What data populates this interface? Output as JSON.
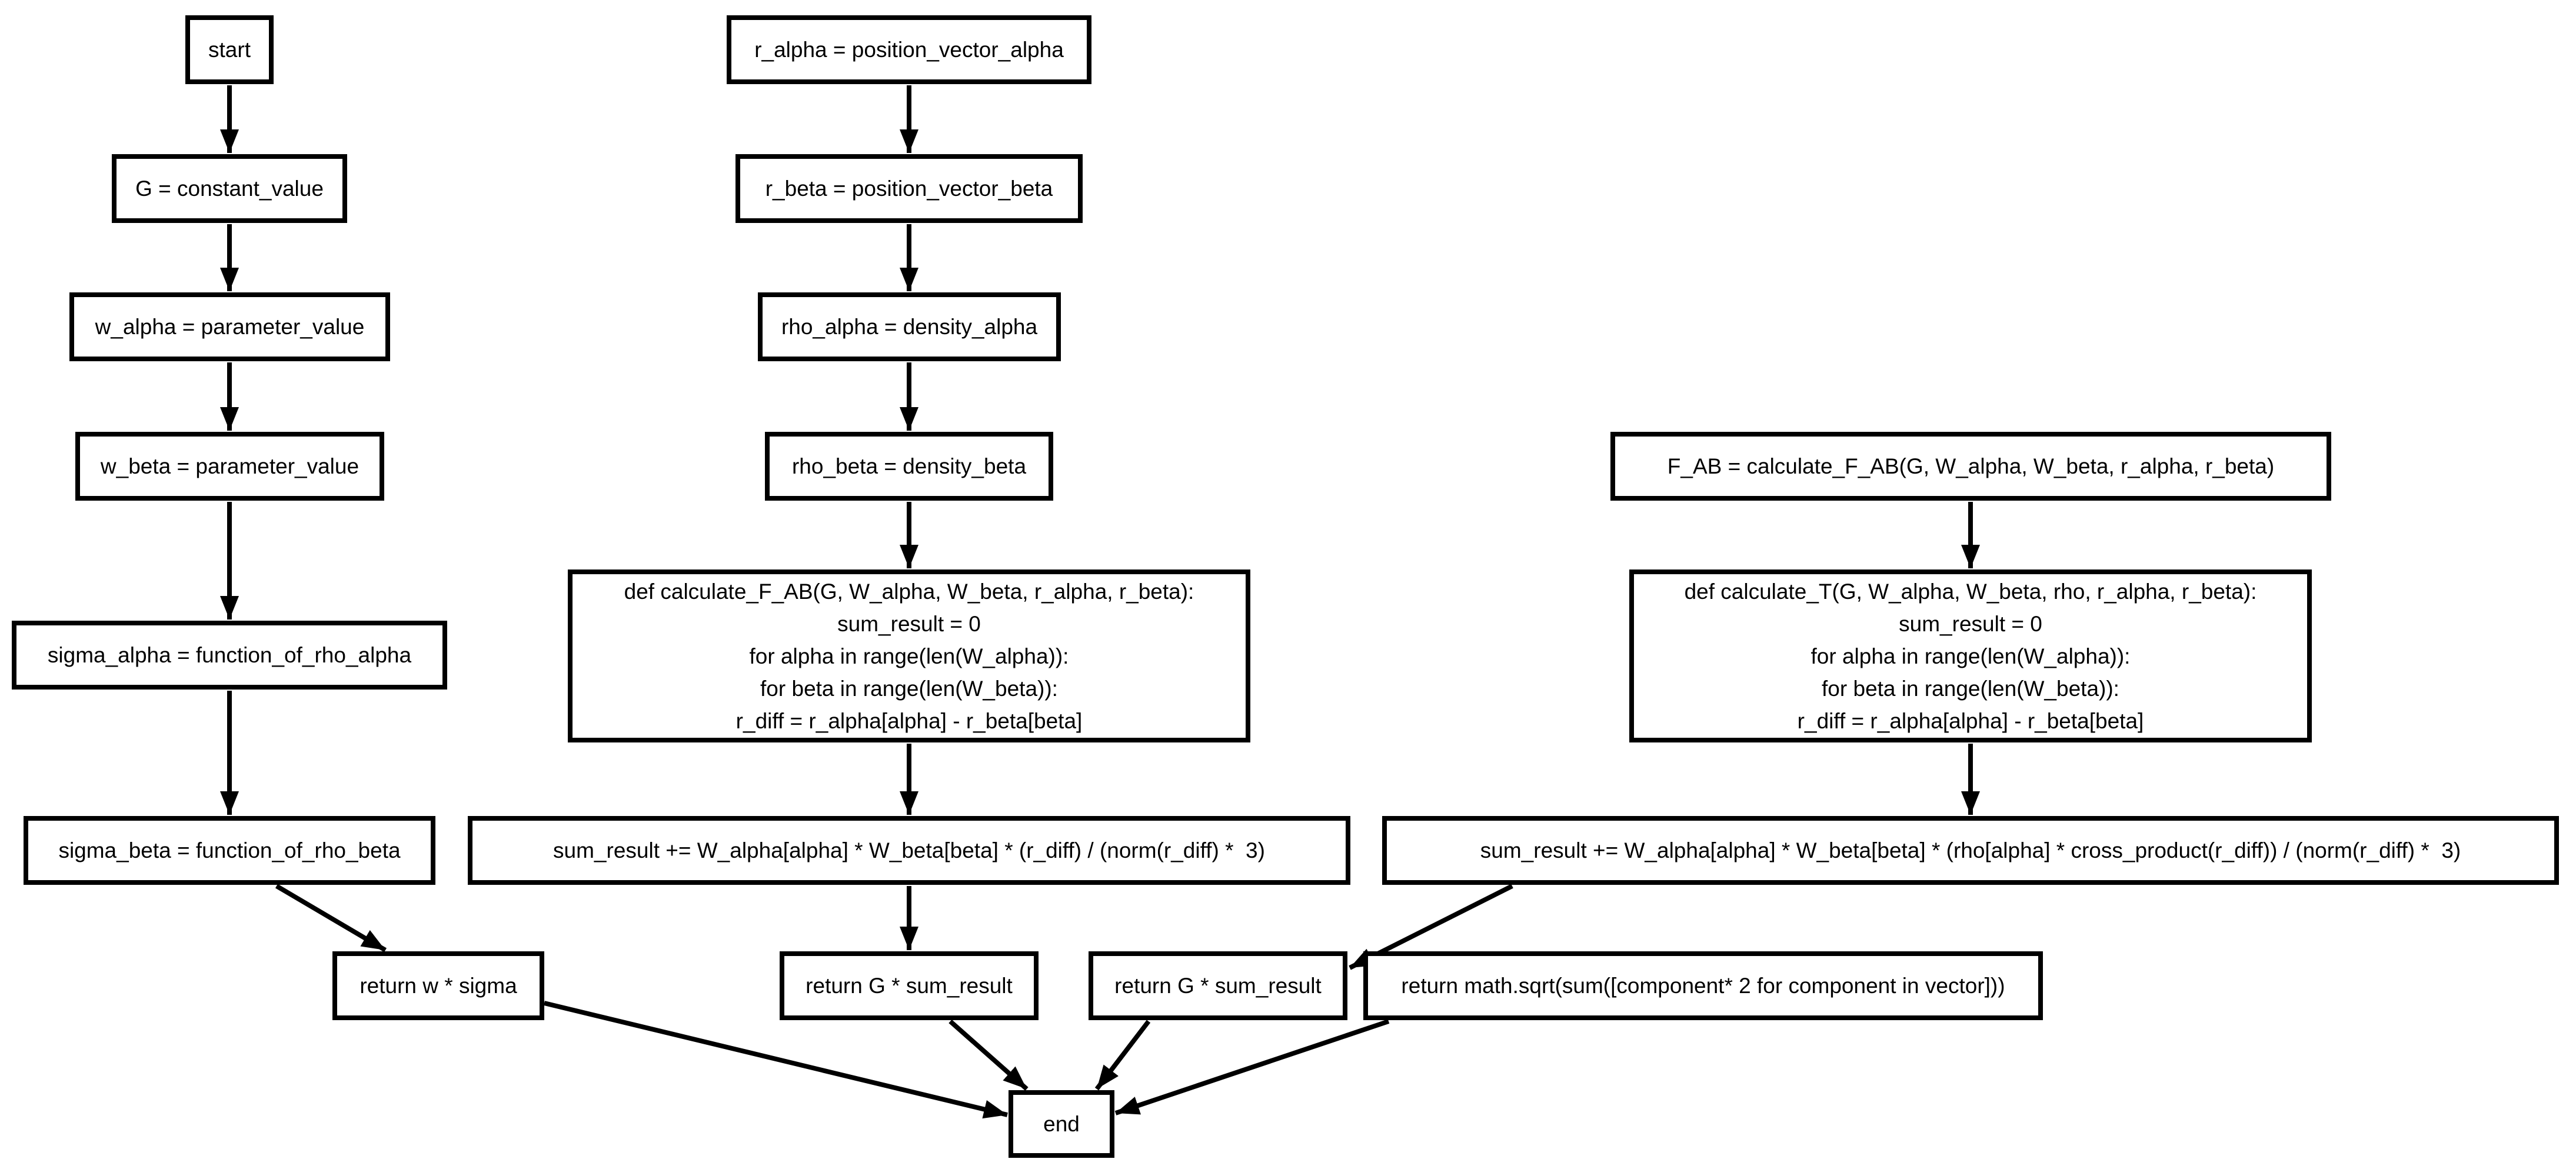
{
  "diagram": {
    "type": "flowchart",
    "background_color": "#ffffff",
    "node_border_color": "#000000",
    "edge_color": "#000000",
    "text_color": "#000000",
    "nodes": {
      "start": {
        "label": "start"
      },
      "g_constant": {
        "label": "G = constant_value"
      },
      "w_alpha": {
        "label": "w_alpha = parameter_value"
      },
      "w_beta": {
        "label": "w_beta = parameter_value"
      },
      "sigma_alpha": {
        "label": "sigma_alpha = function_of_rho_alpha"
      },
      "sigma_beta": {
        "label": "sigma_beta = function_of_rho_beta"
      },
      "return_w_sigma": {
        "label": "return w * sigma"
      },
      "r_alpha": {
        "label": "r_alpha = position_vector_alpha"
      },
      "r_beta": {
        "label": "r_beta = position_vector_beta"
      },
      "rho_alpha": {
        "label": "rho_alpha = density_alpha"
      },
      "rho_beta": {
        "label": "rho_beta = density_beta"
      },
      "def_calculate_f_ab": {
        "label": "def calculate_F_AB(G, W_alpha, W_beta, r_alpha, r_beta):\nsum_result = 0\nfor alpha in range(len(W_alpha)):\nfor beta in range(len(W_beta)):\nr_diff = r_alpha[alpha] - r_beta[beta]"
      },
      "sum_result_f": {
        "label": "sum_result += W_alpha[alpha] * W_beta[beta] * (r_diff) / (norm(r_diff) *  3)"
      },
      "return_g_sum_f": {
        "label": "return G * sum_result"
      },
      "f_ab_call": {
        "label": "F_AB = calculate_F_AB(G, W_alpha, W_beta, r_alpha, r_beta)"
      },
      "def_calculate_t": {
        "label": "def calculate_T(G, W_alpha, W_beta, rho, r_alpha, r_beta):\nsum_result = 0\nfor alpha in range(len(W_alpha)):\nfor beta in range(len(W_beta)):\nr_diff = r_alpha[alpha] - r_beta[beta]"
      },
      "sum_result_t": {
        "label": "sum_result += W_alpha[alpha] * W_beta[beta] * (rho[alpha] * cross_product(r_diff)) / (norm(r_diff) *  3)"
      },
      "return_g_sum_t": {
        "label": "return G * sum_result"
      },
      "return_magnitude": {
        "label": "return math.sqrt(sum([component* 2 for component in vector]))"
      },
      "end": {
        "label": "end"
      }
    },
    "edges": [
      {
        "from": "start",
        "to": "g_constant"
      },
      {
        "from": "g_constant",
        "to": "w_alpha"
      },
      {
        "from": "w_alpha",
        "to": "w_beta"
      },
      {
        "from": "w_beta",
        "to": "sigma_alpha"
      },
      {
        "from": "sigma_alpha",
        "to": "sigma_beta"
      },
      {
        "from": "sigma_beta",
        "to": "return_w_sigma"
      },
      {
        "from": "return_w_sigma",
        "to": "end"
      },
      {
        "from": "r_alpha",
        "to": "r_beta"
      },
      {
        "from": "r_beta",
        "to": "rho_alpha"
      },
      {
        "from": "rho_alpha",
        "to": "rho_beta"
      },
      {
        "from": "rho_beta",
        "to": "def_calculate_f_ab"
      },
      {
        "from": "def_calculate_f_ab",
        "to": "sum_result_f"
      },
      {
        "from": "sum_result_f",
        "to": "return_g_sum_f"
      },
      {
        "from": "return_g_sum_f",
        "to": "end"
      },
      {
        "from": "f_ab_call",
        "to": "def_calculate_t"
      },
      {
        "from": "def_calculate_t",
        "to": "sum_result_t"
      },
      {
        "from": "sum_result_t",
        "to": "return_g_sum_t"
      },
      {
        "from": "return_g_sum_t",
        "to": "end"
      },
      {
        "from": "return_magnitude",
        "to": "end"
      }
    ]
  }
}
